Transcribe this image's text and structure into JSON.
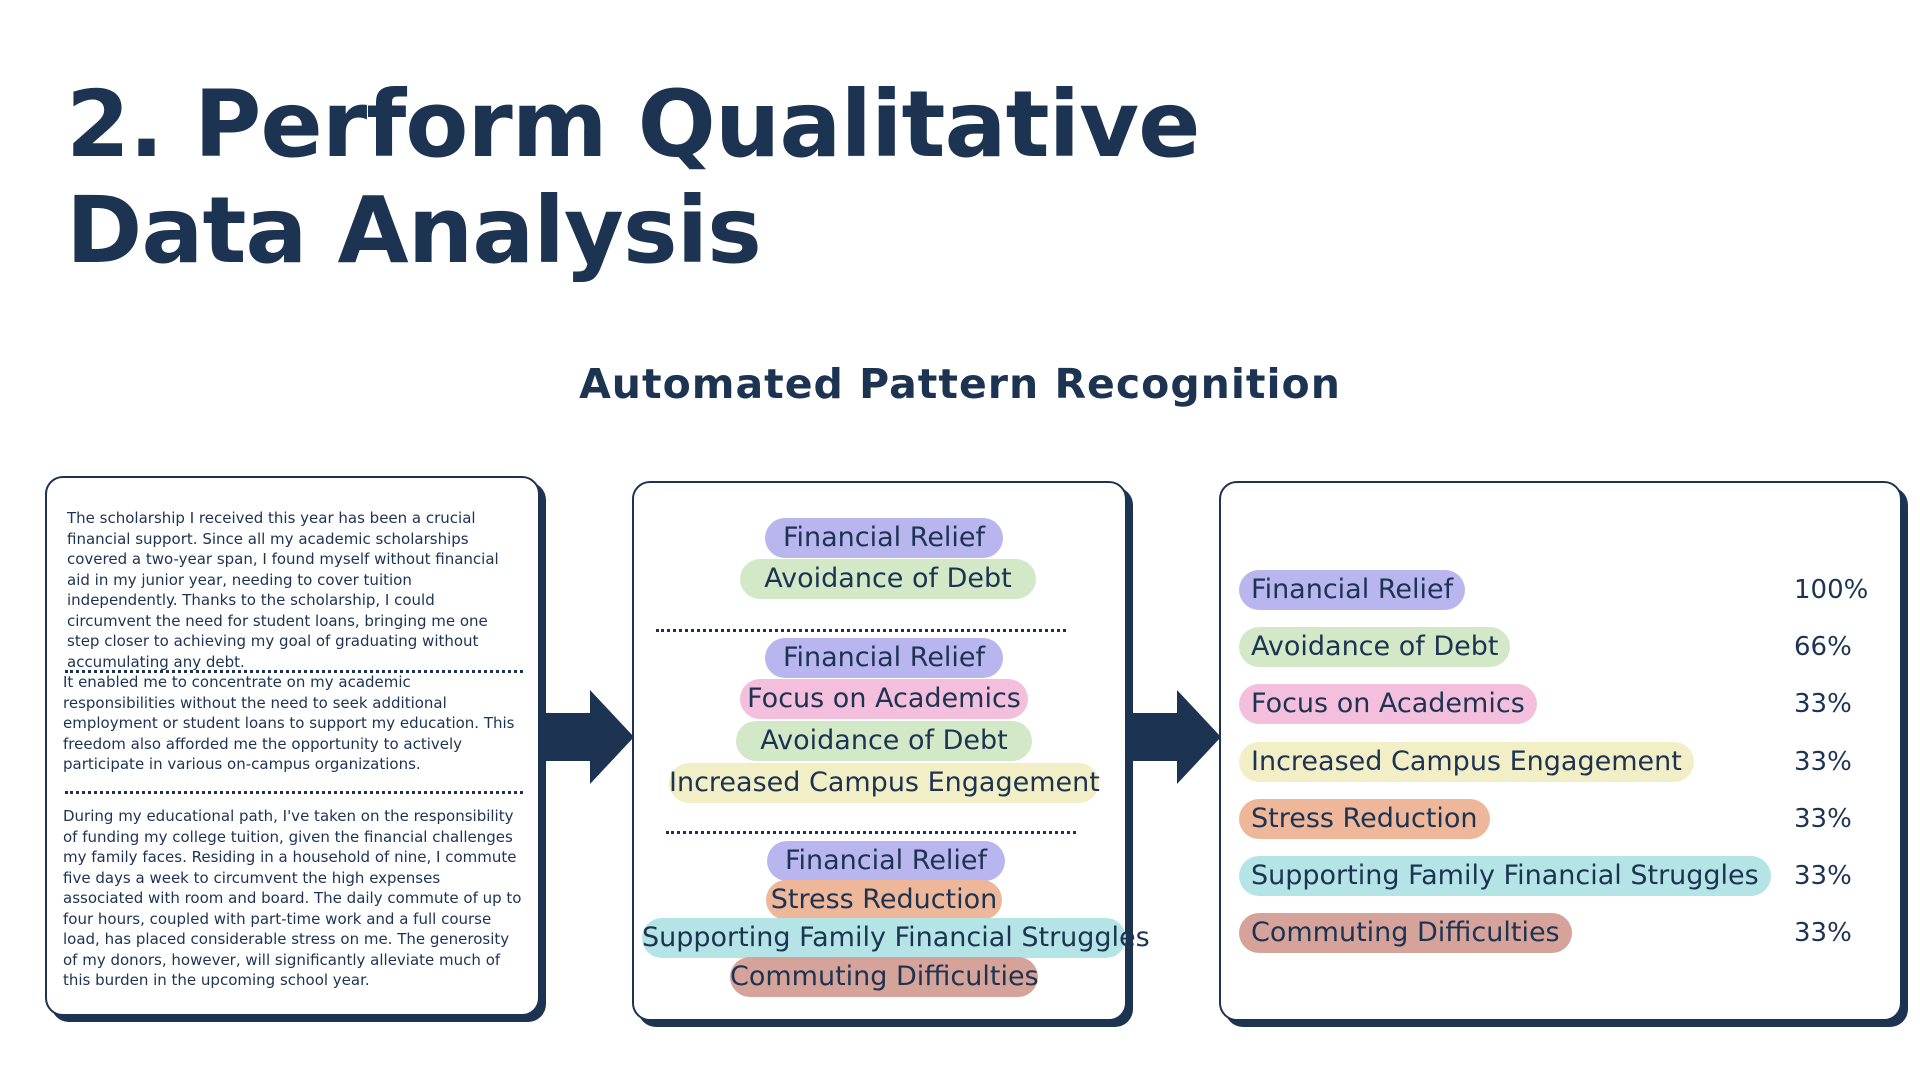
{
  "title": "2. Perform Qualitative Data Analysis",
  "subtitle": "Automated Pattern Recognition",
  "colors": {
    "navy": "#1c3352",
    "financial_relief": "#b9b6ef",
    "avoidance_of_debt": "#d3e8c6",
    "focus_on_academics": "#f4bfdc",
    "increased_campus_engagement": "#f2efc7",
    "stress_reduction": "#eeb79a",
    "supporting_family_financial_struggles": "#b4e4e6",
    "commuting_difficulties": "#d6a39a"
  },
  "responses": [
    "The scholarship I received this year has been a crucial financial support. Since all my academic scholarships covered a two-year span, I found myself without financial aid in my junior year, needing to cover tuition independently. Thanks to the scholarship, I could circumvent the need for student loans, bringing me one step closer to achieving my goal of graduating without accumulating any debt.",
    "It enabled me to concentrate on my academic responsibilities without the need to seek additional employment or student loans to support my education. This freedom also afforded me the opportunity to actively participate in various on-campus organizations.",
    "During my educational path, I've taken on the responsibility of funding my college tuition, given the financial challenges my family faces. Residing in a household of nine, I commute five days a week to circumvent the high expenses associated with room and board. The daily commute of up to four hours, coupled with part-time work and a full course load, has placed considerable stress on me. The generosity of my donors, however, will significantly alleviate much of this burden in the upcoming school year."
  ],
  "response_tags": [
    [
      "Financial Relief",
      "Avoidance of Debt"
    ],
    [
      "Financial Relief",
      "Focus on Academics",
      "Avoidance of Debt",
      "Increased Campus Engagement"
    ],
    [
      "Financial Relief",
      "Stress Reduction",
      "Supporting Family Financial Struggles",
      "Commuting Difficulties"
    ]
  ],
  "theme_frequency": [
    {
      "theme": "Financial Relief",
      "percent": "100%"
    },
    {
      "theme": "Avoidance of Debt",
      "percent": "66%"
    },
    {
      "theme": "Focus on Academics",
      "percent": "33%"
    },
    {
      "theme": "Increased Campus Engagement",
      "percent": "33%"
    },
    {
      "theme": "Stress Reduction",
      "percent": "33%"
    },
    {
      "theme": "Supporting Family Financial Struggles",
      "percent": "33%"
    },
    {
      "theme": "Commuting Difficulties",
      "percent": "33%"
    }
  ]
}
